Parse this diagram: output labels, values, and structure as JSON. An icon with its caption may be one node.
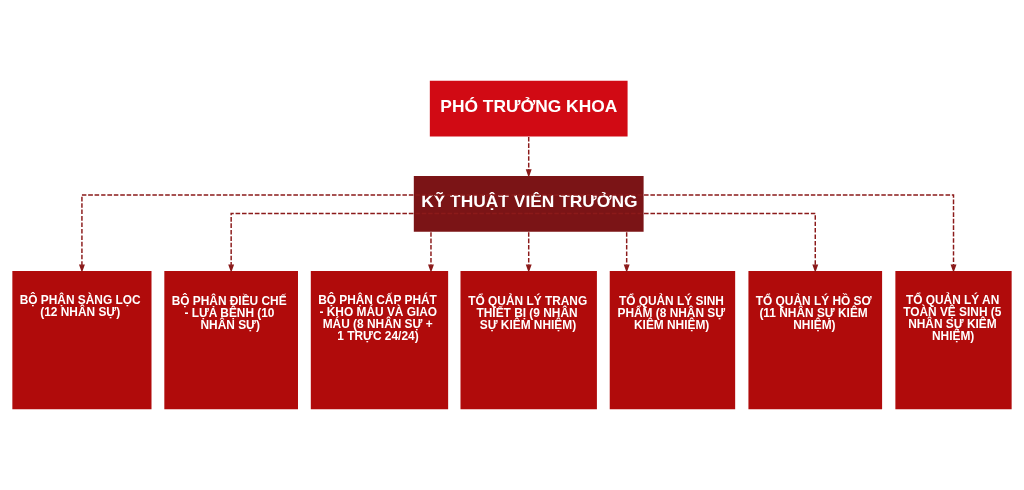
{
  "diagram": {
    "nodes": [
      {
        "text": [
          "PHÓ TRƯỞNG KHOA"
        ]
      },
      {
        "text": [
          "KỸ THUẬT VIÊN TRƯỞNG"
        ]
      },
      {
        "text": [
          "BỘ PHẬN SÀNG LỌC (12 NHÂN SỰ)"
        ]
      },
      {
        "text": [
          "BỘ PHẬN ĐIỀU CHẾ - LỰA BỆNH (10 NHÂN SỰ)"
        ]
      },
      {
        "text": [
          "BỘ PHẬN CẤP PHÁT - KHO MÁU VÀ GIAO MÁU (8 NHÂN SỰ + 1 TRỰC 24/24)"
        ]
      },
      {
        "text": [
          "TỔ QUẢN LÝ TRANG THIẾT BỊ (9 NHÂN SỰ KIÊM NHIỆM)"
        ]
      },
      {
        "text": [
          "TỔ QUẢN LÝ SINH PHẨM (8 NHÂN SỰ KIÊM NHIỆM)"
        ]
      },
      {
        "text": [
          "TỔ QUẢN LÝ HỒ SƠ (11 NHÂN SỰ KIÊM NHIỆM)"
        ]
      },
      {
        "text": [
          "TỔ QUẢN LÝ AN TOÀN VỆ SINH (5 NHÂN SỰ KIÊM NHIỆM)"
        ]
      }
    ],
    "edges": [
      {
        "from": 0,
        "to": 1,
        "arrow": "to",
        "style": "dashed"
      },
      {
        "from": 1,
        "to": 2,
        "arrow": "to",
        "style": "dashed"
      },
      {
        "from": 1,
        "to": 3,
        "arrow": "to",
        "style": "dashed"
      },
      {
        "from": 1,
        "to": 4,
        "arrow": "to",
        "style": "dashed"
      },
      {
        "from": 1,
        "to": 5,
        "arrow": "to",
        "style": "dashed"
      },
      {
        "from": 1,
        "to": 6,
        "arrow": "to",
        "style": "dashed"
      },
      {
        "from": 1,
        "to": 7,
        "arrow": "to",
        "style": "dashed"
      },
      {
        "from": 1,
        "to": 8,
        "arrow": "to",
        "style": "dashed"
      }
    ]
  }
}
